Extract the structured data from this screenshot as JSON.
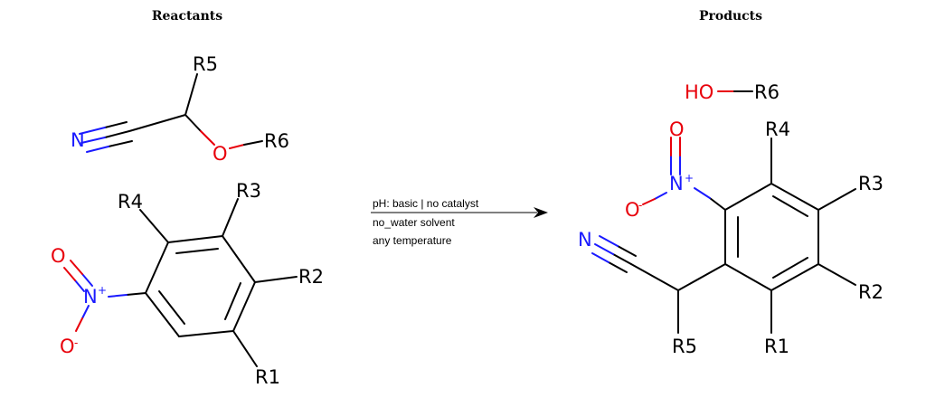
{
  "headers": {
    "reactants": "Reactants",
    "products": "Products"
  },
  "conditions": {
    "line1": "pH: basic | no catalyst",
    "line2": "no_water solvent",
    "line3": "any temperature"
  },
  "atoms": {
    "R1": "R1",
    "R2": "R2",
    "R3": "R3",
    "R4": "R4",
    "R5": "R5",
    "R6": "R6",
    "N": "N",
    "O": "O",
    "HO": "HO",
    "plus": "+",
    "minus": "-"
  },
  "colors": {
    "nitrogen": "#1a1aff",
    "oxygen": "#e8000b",
    "carbon": "#000000"
  }
}
